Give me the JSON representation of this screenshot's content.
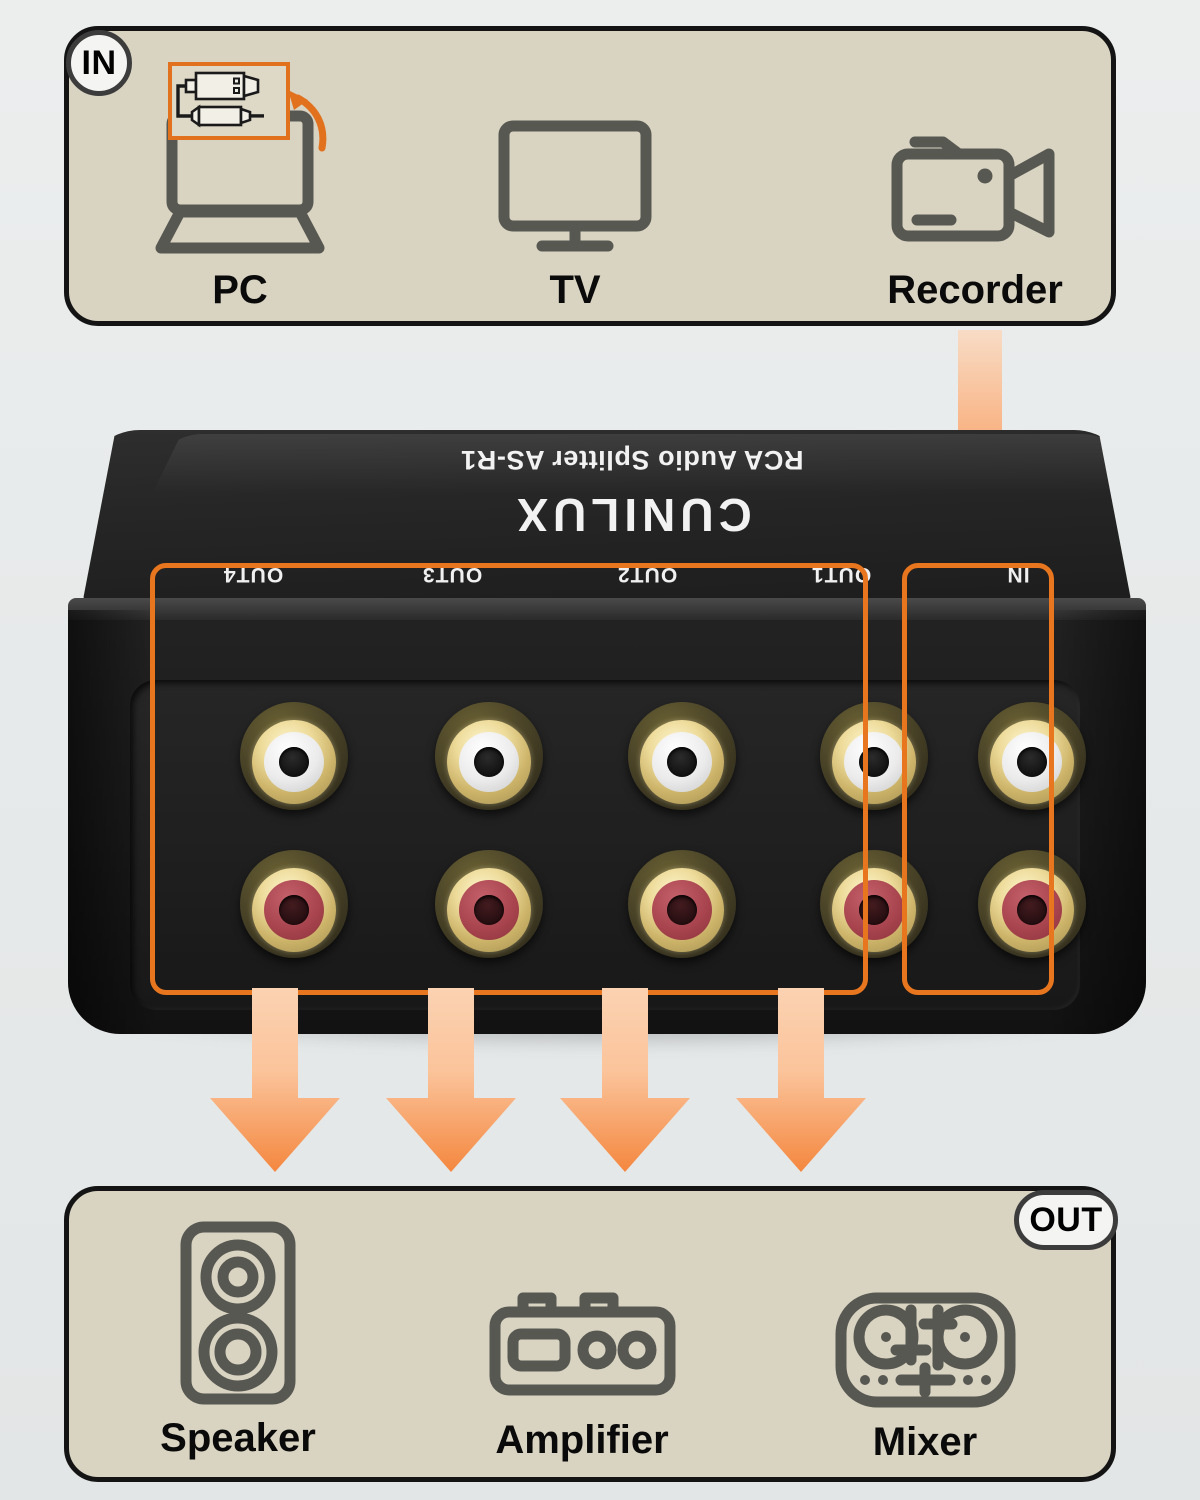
{
  "colors": {
    "page_background": "#e7eaea",
    "panel_background": "#d9d3c1",
    "panel_border": "#141414",
    "accent_orange": "#e8761f",
    "arrow_orange": "#f5853c",
    "arrow_light": "#fbcfae",
    "device_black": "#1d1d1d",
    "jack_gold": "#e0c87f",
    "jack_white": "#ffffff",
    "jack_red": "#a9454f",
    "icon_gray": "#585852",
    "label_black": "#0a0a0a",
    "silkscreen_white": "#f2f2f2"
  },
  "in_section": {
    "badge": "IN",
    "devices": [
      {
        "label": "PC",
        "icon": "laptop-icon"
      },
      {
        "label": "TV",
        "icon": "television-icon"
      },
      {
        "label": "Recorder",
        "icon": "video-camera-icon"
      }
    ],
    "adapter_callout": {
      "icon_usb": "usb-connector-icon",
      "icon_rca": "rca-plug-icon",
      "pointer": "curved-arrow-icon"
    }
  },
  "device": {
    "brand": "CUNILUX",
    "model": "RCA Audio Splitter AS-R1",
    "port_labels": {
      "out4": "OUT4",
      "out3": "OUT3",
      "out2": "OUT2",
      "out1": "OUT1",
      "in": "IN"
    },
    "jack_rows": [
      {
        "name": "left-channel-row",
        "color_name": "white"
      },
      {
        "name": "right-channel-row",
        "color_name": "red"
      }
    ],
    "output_group_count": 4,
    "input_group_count": 1
  },
  "out_section": {
    "badge": "OUT",
    "devices": [
      {
        "label": "Speaker",
        "icon": "speaker-icon"
      },
      {
        "label": "Amplifier",
        "icon": "amplifier-icon"
      },
      {
        "label": "Mixer",
        "icon": "mixer-icon"
      }
    ]
  },
  "flow": {
    "input_arrow_count": 1,
    "output_arrow_count": 4,
    "direction": "down"
  }
}
